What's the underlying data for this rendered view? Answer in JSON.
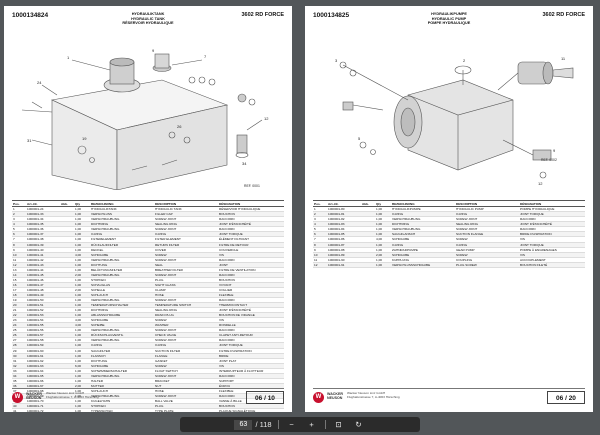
{
  "viewer": {
    "current_page": "63",
    "total_pages": "/ 118",
    "zoom_out_icon": "minus-icon",
    "zoom_in_icon": "plus-icon",
    "fit_icon": "fit-page-icon",
    "rotate_icon": "rotate-icon"
  },
  "left": {
    "doc_number": "1000134824",
    "title_de": "HYDRAULIKTANK",
    "title_en": "HYDRAULIC TANK",
    "title_fr": "RÉSERVOIR HYDRAULIQUE",
    "model": "3602 RD FORCE",
    "fig_code": "REF. 0001",
    "header": [
      "Pos.",
      "Art.-Nr.",
      "Abb.",
      "Qty",
      "BEZEICHNUNG",
      "DESCRIPTION",
      "DÉSIGNATION"
    ],
    "rows": [
      [
        "1",
        "1000001-24",
        "",
        "1,00",
        "HYDRAULIKTANK",
        "HYDRAULIC TANK",
        "RÉSERVOIR HYDRAULIQUE"
      ],
      [
        "2",
        "1000001-33",
        "",
        "1,00",
        "VERSCHLUSS",
        "FILLER CAP",
        "BOUCHON"
      ],
      [
        "3",
        "1000001-34",
        "",
        "1,00",
        "VERSCHRAUBUNG",
        "SCREW JOINT",
        "RACCORD"
      ],
      [
        "4",
        "1000001-35",
        "",
        "1,00",
        "DICHTRING",
        "SEALING RING",
        "JOINT D'ÉTANCHÉITÉ"
      ],
      [
        "5",
        "1000001-36",
        "",
        "1,00",
        "VERSCHRAUBUNG",
        "SCREW JOINT",
        "RACCORD"
      ],
      [
        "6",
        "1000001-37",
        "",
        "1,00",
        "O-RING",
        "O-RING",
        "JOINT TORIQUE"
      ],
      [
        "7",
        "1000001-38",
        "",
        "1,00",
        "FILTERELEMENT",
        "FILTER ELEMENT",
        "ÉLÉMENT FILTRANT"
      ],
      [
        "8",
        "1000001-39",
        "",
        "1,00",
        "RÜCKLAUFFILTER",
        "RETURN FILTER",
        "FILTRE DE RETOUR"
      ],
      [
        "9",
        "1000001-40",
        "",
        "1,00",
        "DECKEL",
        "COVER",
        "COUVERCLE"
      ],
      [
        "10",
        "1000001-41",
        "",
        "4,00",
        "SCHRAUBE",
        "SCREW",
        "VIS"
      ],
      [
        "11",
        "1000001-42",
        "",
        "1,00",
        "VERSCHRAUBUNG",
        "SCREW JOINT",
        "RACCORD"
      ],
      [
        "12",
        "1000001-43",
        "",
        "1,00",
        "DICHTUNG",
        "SEAL",
        "JOINT"
      ],
      [
        "13",
        "1000001-44",
        "",
        "1,00",
        "BELÜFTUNGSFILTER",
        "BREATHER FILTER",
        "FILTRE DE VENTILATION"
      ],
      [
        "14",
        "1000001-45",
        "",
        "2,00",
        "VERSCHRAUBUNG",
        "SCREW JOINT",
        "RACCORD"
      ],
      [
        "15",
        "1000001-46",
        "",
        "1,00",
        "STOPFEN",
        "PLUG",
        "BOUCHON"
      ],
      [
        "16",
        "1000001-47",
        "",
        "1,00",
        "SCHAUGLAS",
        "SIGHT GLASS",
        "VOYANT"
      ],
      [
        "17",
        "1000001-48",
        "",
        "2,00",
        "SCHELLE",
        "CLAMP",
        "COLLIER"
      ],
      [
        "18",
        "1000001-49",
        "",
        "1,00",
        "SCHLAUCH",
        "HOSE",
        "FLEXIBLE"
      ],
      [
        "19",
        "1000001-50",
        "",
        "1,00",
        "VERSCHRAUBUNG",
        "SCREW JOINT",
        "RACCORD"
      ],
      [
        "20",
        "1000001-51",
        "",
        "1,00",
        "TEMPERATURSCHALTER",
        "TEMPERATURE SWITCH",
        "THERMOCONTACT"
      ],
      [
        "21",
        "1000001-52",
        "",
        "1,00",
        "DICHTRING",
        "SEALING RING",
        "JOINT D'ÉTANCHÉITÉ"
      ],
      [
        "22",
        "1000001-53",
        "",
        "1,00",
        "ABLASSSCHRAUBE",
        "DRAIN PLUG",
        "BOUCHON DE VIDANGE"
      ],
      [
        "23",
        "1000001-54",
        "",
        "4,00",
        "SCHRAUBE",
        "SCREW",
        "VIS"
      ],
      [
        "24",
        "1000001-55",
        "",
        "4,00",
        "SCHEIBE",
        "WASHER",
        "RONDELLE"
      ],
      [
        "25",
        "1000001-56",
        "",
        "1,00",
        "VERSCHRAUBUNG",
        "SCREW JOINT",
        "RACCORD"
      ],
      [
        "26",
        "1000001-57",
        "",
        "1,00",
        "RÜCKSCHLAGVENTIL",
        "CHECK VALVE",
        "CLAPET ANTI-RETOUR"
      ],
      [
        "27",
        "1000001-58",
        "",
        "1,00",
        "VERSCHRAUBUNG",
        "SCREW JOINT",
        "RACCORD"
      ],
      [
        "28",
        "1000001-59",
        "",
        "1,00",
        "O-RING",
        "O-RING",
        "JOINT TORIQUE"
      ],
      [
        "29",
        "1000001-60",
        "",
        "1,00",
        "SAUGFILTER",
        "SUCTION FILTER",
        "FILTRE D'ASPIRATION"
      ],
      [
        "30",
        "1000001-61",
        "",
        "1,00",
        "FLANSCH",
        "FLANGE",
        "BRIDE"
      ],
      [
        "31",
        "1000001-62",
        "",
        "1,00",
        "DICHTUNG",
        "GASKET",
        "JOINT PLAT"
      ],
      [
        "32",
        "1000001-63",
        "",
        "6,00",
        "SCHRAUBE",
        "SCREW",
        "VIS"
      ],
      [
        "33",
        "1000001-64",
        "",
        "1,00",
        "SCHWIMMERSCHALTER",
        "FLOAT SWITCH",
        "INTERRUPTEUR À FLOTTEUR"
      ],
      [
        "34",
        "1000001-65",
        "",
        "1,00",
        "VERSCHRAUBUNG",
        "SCREW JOINT",
        "RACCORD"
      ],
      [
        "35",
        "1000001-66",
        "",
        "1,00",
        "HALTER",
        "BRACKET",
        "SUPPORT"
      ],
      [
        "36",
        "1000001-67",
        "",
        "2,00",
        "MUTTER",
        "NUT",
        "ÉCROU"
      ],
      [
        "37",
        "1000001-68",
        "",
        "1,00",
        "SCHLAUCH",
        "HOSE",
        "FLEXIBLE"
      ],
      [
        "38",
        "1000001-69",
        "",
        "1,00",
        "VERSCHRAUBUNG",
        "SCREW JOINT",
        "RACCORD"
      ],
      [
        "39",
        "1000001-70",
        "",
        "1,00",
        "KUGELHAHN",
        "BALL VALVE",
        "VANNE À BILLE"
      ],
      [
        "40",
        "1000001-71",
        "",
        "1,00",
        "STOPFEN",
        "PLUG",
        "BOUCHON"
      ],
      [
        "41",
        "1000001-72",
        "",
        "1,00",
        "TYPENSCHILD",
        "TYPE PLATE",
        "PLAQUE SIGNALÉTIQUE"
      ],
      [
        "42",
        "1000001-73",
        "",
        "1,00",
        "AUFKLEBER",
        "STICKER",
        "AUTOCOLLANT"
      ],
      [
        "43",
        "1000001-74",
        "",
        "1,00",
        "DECKEL",
        "LID",
        "COUVERCLE"
      ],
      [
        "44",
        "1000001-75",
        "",
        "1,00",
        "GRIFF",
        "HANDLE",
        "POIGNÉE"
      ]
    ],
    "footer_brand": [
      "WACKER",
      "NEUSON"
    ],
    "footer_company": [
      "Wacker Neuson Linz GmbH",
      "Flughafenstrasse 7, A-4063 Hörsching"
    ],
    "page_label": "06 / 10"
  },
  "right": {
    "doc_number": "1000134825",
    "title_de": "HYDRAULIKPUMPE",
    "title_en": "HYDRAULIC PUMP",
    "title_fr": "POMPE HYDRAULIQUE",
    "model": "3602 RD FORCE",
    "fig_code": "REF. 0002",
    "header": [
      "Pos.",
      "Art.-Nr.",
      "Abb.",
      "Qty",
      "BEZEICHNUNG",
      "DESCRIPTION",
      "DÉSIGNATION"
    ],
    "rows": [
      [
        "1",
        "1000001-80",
        "",
        "1,00",
        "HYDRAULIKPUMPE",
        "HYDRAULIC PUMP",
        "POMPE HYDRAULIQUE"
      ],
      [
        "2",
        "1000001-81",
        "",
        "1,00",
        "O-RING",
        "O-RING",
        "JOINT TORIQUE"
      ],
      [
        "3",
        "1000001-82",
        "",
        "1,00",
        "VERSCHRAUBUNG",
        "SCREW JOINT",
        "RACCORD"
      ],
      [
        "4",
        "1000001-83",
        "",
        "1,00",
        "DICHTRING",
        "SEALING RING",
        "JOINT D'ÉTANCHÉITÉ"
      ],
      [
        "5",
        "1000001-84",
        "",
        "1,00",
        "VERSCHRAUBUNG",
        "SCREW JOINT",
        "RACCORD"
      ],
      [
        "6",
        "1000001-85",
        "",
        "1,00",
        "SAUGFLANSCH",
        "SUCTION FLANGE",
        "BRIDE D'ASPIRATION"
      ],
      [
        "7",
        "1000001-86",
        "",
        "4,00",
        "SCHRAUBE",
        "SCREW",
        "VIS"
      ],
      [
        "8",
        "1000001-87",
        "",
        "1,00",
        "O-RING",
        "O-RING",
        "JOINT TORIQUE"
      ],
      [
        "9",
        "1000001-88",
        "",
        "1,00",
        "ZAHNRADPUMPE",
        "GEAR PUMP",
        "POMPE À ENGRENAGES"
      ],
      [
        "10",
        "1000001-89",
        "",
        "2,00",
        "SCHRAUBE",
        "SCREW",
        "VIS"
      ],
      [
        "11",
        "1000001-90",
        "",
        "1,00",
        "KUPPLUNG",
        "COUPLING",
        "ACCOUPLEMENT"
      ],
      [
        "12",
        "1000001-91",
        "",
        "1,00",
        "VERSCHLUSSSCHRAUBE",
        "PLUG SCREW",
        "BOUCHON FILETÉ"
      ]
    ],
    "footer_brand": [
      "WACKER",
      "NEUSON"
    ],
    "footer_company": [
      "Wacker Neuson Linz GmbH",
      "Flughafenstrasse 7, A-4063 Hörsching"
    ],
    "page_label": "06 / 20"
  },
  "colors": {
    "viewer_background": "#525659",
    "toolbar": "#2b2b2b",
    "logo_red": "#c8102e"
  }
}
